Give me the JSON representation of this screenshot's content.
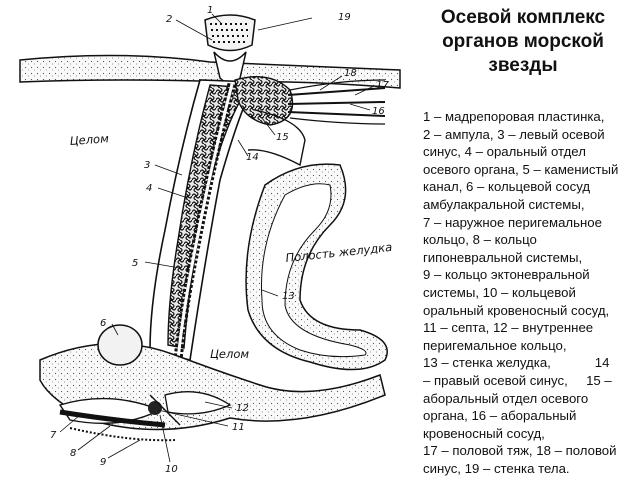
{
  "title_lines": [
    "Осевой комплекс",
    "органов морской",
    "звезды"
  ],
  "legend_lines": [
    "1 – мадрепоровая пластинка,",
    "2 – ампула, 3 – левый осевой",
    "синус, 4 – оральный отдел",
    "осевого органа, 5 – каменистый",
    "канал, 6 – кольцевой сосуд",
    "амбулакральной системы,",
    "7 – наружное перигемальное",
    "кольцо, 8 – кольцо",
    "гипоневральной системы,",
    "9 – кольцо эктоневральной",
    "системы, 10 – кольцевой",
    "оральный кровеносный сосуд,",
    "11 – септа, 12 – внутреннее",
    "перигемальное кольцо,",
    "13 – стенка желудка,            14",
    "– правый осевой синус,     15 –",
    "аборальный отдел осевого",
    "органа, 16 – аборальный",
    "кровеносный сосуд,",
    "17 – половой тяж, 18 – половой",
    "синус, 19 – стенка тела."
  ],
  "diagram": {
    "zones": {
      "coelom_upper": "Целом",
      "coelom_lower": "Целом",
      "stomach_cavity": "Полость желудка"
    },
    "numbers": [
      "1",
      "2",
      "3",
      "4",
      "5",
      "6",
      "7",
      "8",
      "9",
      "10",
      "11",
      "12",
      "13",
      "14",
      "15",
      "16",
      "17",
      "18",
      "19"
    ]
  }
}
